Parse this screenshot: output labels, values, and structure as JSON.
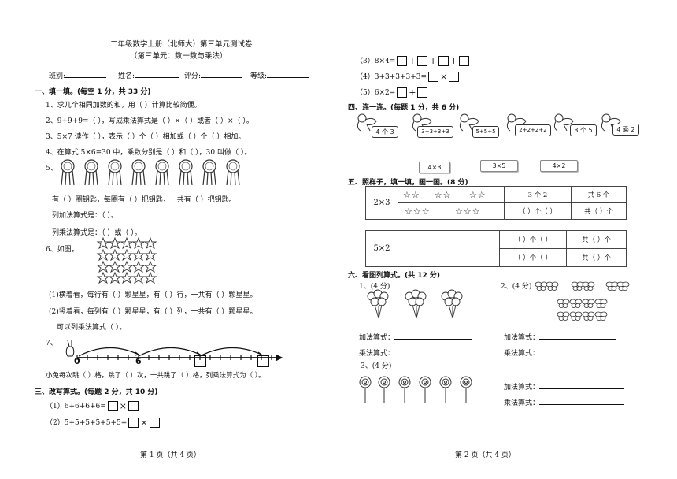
{
  "header": {
    "title": "二年级数学上册（北师大）第三单元测试卷",
    "subtitle": "（第三单元：数一数与乘法）",
    "fields": [
      "班别:",
      "姓名:",
      "评分:",
      "等级:"
    ]
  },
  "s1": {
    "title": "一、填一填。(每空 1 分，共 33 分)",
    "q1": "1、求几个相同加数的和，用（        ）计算比较简便。",
    "q2": "2、9+9+9=（      ），写成乘法算式是（      ）×（      ）或者（      ）×（      ）。",
    "q3": "3、5×7 读作（                 ），表示（       ）个（        ）相加或（       ）个（       ）相加。",
    "q4": "4、在算式 5×6=30 中，乘数分别是（      ）和（        ），30 叫做（            ）。",
    "q5_label": "5、",
    "q5a": "有（    ）圈钥匙，每圈有（      ）把钥匙，一共有（       ）把钥匙。",
    "q5b": "列加法算式是：（                                                        ）。",
    "q5c": "列乘法算式是：（                          ）或（                       ）。",
    "q6_label": "6、如图，",
    "q6a": "(1)横着看，每行有（       ）颗星星，有（      ）行，一共有（          ）颗星星。",
    "q6b": "(2)竖着看，每列有（       ）颗星星，有（      ）列，一共有（          ）颗星星。",
    "q6c": "可以列乘法算式（                              ）。",
    "q7_label": "7、",
    "q7_n0": "0",
    "q7_n6": "6",
    "q7a": "小兔每次跳（        ）格，跳了（        ）次，一共跳了（        ）格，列乘法算式为（           ）。"
  },
  "s3": {
    "title": "三、改写算式。(每题 2 分，共 10 分)",
    "q1": "（1）6+6+6+6=",
    "q2": "（2）5+5+5+5+5+5=",
    "q3": "（3）8×4=",
    "q4": "（4）3+3+3+3+3=",
    "q5": "（5）6×2="
  },
  "s4": {
    "title": "四、连一连。(每题 1 分，共 6 分)",
    "top": [
      "4 个 3",
      "3+3+3+3",
      "5+5+5",
      "2+2+2+2",
      "3 个 5",
      "4 乘 2"
    ],
    "bottom": [
      "4×3",
      "3×5",
      "4×2"
    ]
  },
  "s5": {
    "title": "五、照样子，填一填，画一画。(8 分)",
    "r1_label": "2×3",
    "r1_a": "3 个 2",
    "r1_b": "共 6 个",
    "r1_c": "（     ）个（     ）",
    "r1_d": "共（     ）个",
    "r2_label": "5×2",
    "r2_c": "（     ）个（     ）",
    "r2_d": "共（     ）个",
    "r2_e": "（     ）个（     ）",
    "r2_f": "共（     ）个"
  },
  "s6": {
    "title": "六、看图列算式。(共 12 分)",
    "q1": "1、(4 分)",
    "q2": "2、(4 分)",
    "q3": "3、(4 分)",
    "add": "加法算式：",
    "mul": "乘法算式："
  },
  "footer": {
    "left": "第 1 页（共 4 页）",
    "right": "第 2 页（共 4 页）"
  }
}
